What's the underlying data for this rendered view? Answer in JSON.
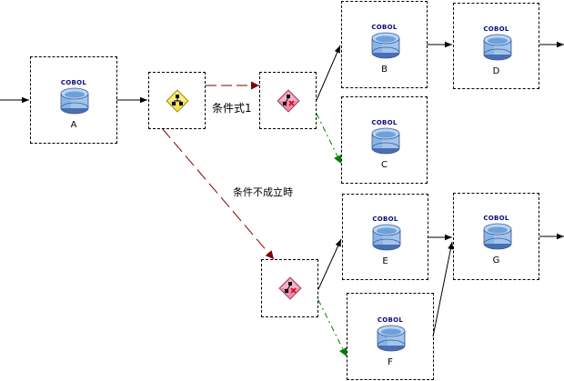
{
  "diagram": {
    "program_nodes": [
      {
        "id": "A",
        "type_label": "COBOL",
        "name": "A"
      },
      {
        "id": "B",
        "type_label": "COBOL",
        "name": "B"
      },
      {
        "id": "C",
        "type_label": "COBOL",
        "name": "C"
      },
      {
        "id": "D",
        "type_label": "COBOL",
        "name": "D"
      },
      {
        "id": "E",
        "type_label": "COBOL",
        "name": "E"
      },
      {
        "id": "F",
        "type_label": "COBOL",
        "name": "F"
      },
      {
        "id": "G",
        "type_label": "COBOL",
        "name": "G"
      }
    ],
    "gateway_nodes": [
      {
        "id": "split",
        "icon": "branch-gateway-icon"
      },
      {
        "id": "cond1",
        "icon": "conditional-gateway-icon"
      },
      {
        "id": "cond2",
        "icon": "conditional-gateway-icon"
      }
    ],
    "edges": [
      {
        "from": "entry",
        "to": "A",
        "style": "solid"
      },
      {
        "from": "A",
        "to": "split",
        "style": "solid"
      },
      {
        "from": "split",
        "to": "cond1",
        "style": "dashed-red",
        "label": "条件式1"
      },
      {
        "from": "split",
        "to": "cond2",
        "style": "dashed-red",
        "label": "条件不成立時"
      },
      {
        "from": "cond1",
        "to": "B",
        "style": "solid"
      },
      {
        "from": "cond1",
        "to": "C",
        "style": "dashdot-green"
      },
      {
        "from": "B",
        "to": "D",
        "style": "solid"
      },
      {
        "from": "D",
        "to": "exit",
        "style": "solid"
      },
      {
        "from": "cond2",
        "to": "E",
        "style": "solid"
      },
      {
        "from": "cond2",
        "to": "F",
        "style": "dashdot-green"
      },
      {
        "from": "E",
        "to": "G",
        "style": "solid"
      },
      {
        "from": "F",
        "to": "G",
        "style": "solid"
      },
      {
        "from": "G",
        "to": "exit",
        "style": "solid"
      }
    ],
    "labels": {
      "condition1": "条件式1",
      "condition_else": "条件不成立時"
    },
    "colors": {
      "condition_edge": "#800000",
      "alt_edge": "#008000",
      "normal_edge": "#000000",
      "cobol_text": "#0a0a7a"
    }
  }
}
